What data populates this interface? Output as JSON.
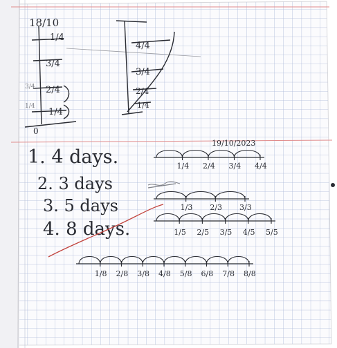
{
  "dates": {
    "top": "18/10",
    "bottom": "19/10/2023"
  },
  "top_left_diagram": {
    "left_marks": [
      "3/4",
      "1/4"
    ],
    "ticks": [
      "1/4",
      "3/4",
      "2/4",
      "1/4"
    ],
    "zero_label": "0"
  },
  "top_right_diagram": {
    "ticks": [
      "4/4",
      "3/4",
      "2/4",
      "1/4"
    ]
  },
  "problems": [
    {
      "text": "1. 4 days.",
      "fractions": [
        "1/4",
        "2/4",
        "3/4",
        "4/4"
      ]
    },
    {
      "text": "2. 3 days",
      "fractions": [
        "1/3",
        "2/3",
        "3/3"
      ]
    },
    {
      "text": "3. 5 days",
      "fractions": [
        "1/5",
        "2/5",
        "3/5",
        "4/5",
        "5/5"
      ]
    },
    {
      "text": "4. 8 days.",
      "fractions": [
        "1/8",
        "2/8",
        "3/8",
        "4/8",
        "5/8",
        "6/8",
        "7/8",
        "8/8"
      ]
    }
  ],
  "colors": {
    "paper": "#fbfbfd",
    "grid": "#aab8d8",
    "margin_line": "#e08a8a",
    "ink": "#2a2c33",
    "pencil": "#7d7f86",
    "red_ink": "#c2453f"
  }
}
